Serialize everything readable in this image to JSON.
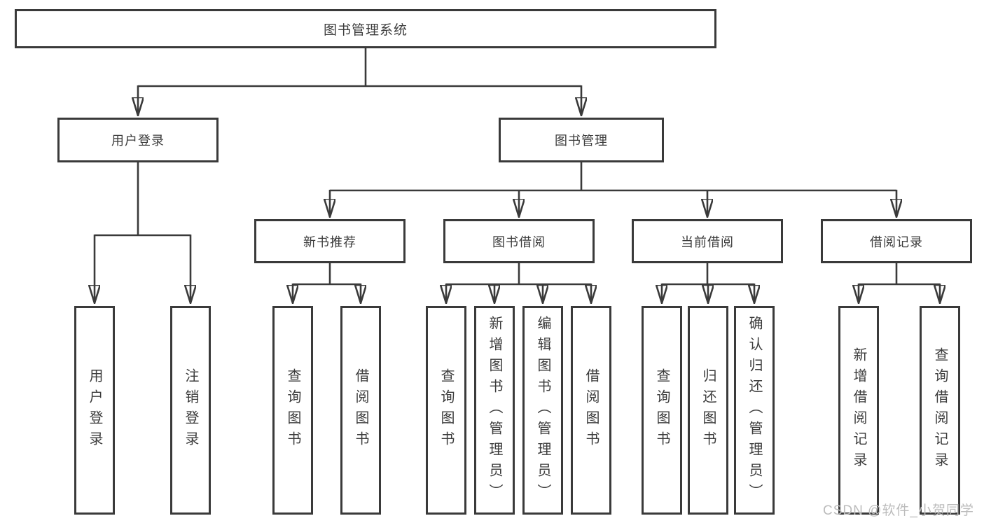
{
  "tree": {
    "root": "图书管理系统",
    "level2": {
      "user_login": "用户登录",
      "book_mgmt": "图书管理"
    },
    "level3": {
      "new_books": "新书推荐",
      "book_borrow": "图书借阅",
      "current_borrow": "当前借阅",
      "borrow_records": "借阅记录"
    },
    "leaves": {
      "user_login_0": "用户登录",
      "user_login_1": "注销登录",
      "new_books_0": "查询图书",
      "new_books_1": "借阅图书",
      "book_borrow_0": "查询图书",
      "book_borrow_1": "新增图书（管理员）",
      "book_borrow_2": "编辑图书（管理员）",
      "book_borrow_3": "借阅图书",
      "current_borrow_0": "查询图书",
      "current_borrow_1": "归还图书",
      "current_borrow_2": "确认归还（管理员）",
      "borrow_records_0": "新增借阅记录",
      "borrow_records_1": "查询借阅记录"
    }
  },
  "watermark": "CSDN @软件_小贺同学",
  "colors": {
    "line": "#3a3a3a",
    "text": "#3c3c3c",
    "watermark": "#bcbcbc",
    "background": "#ffffff"
  }
}
